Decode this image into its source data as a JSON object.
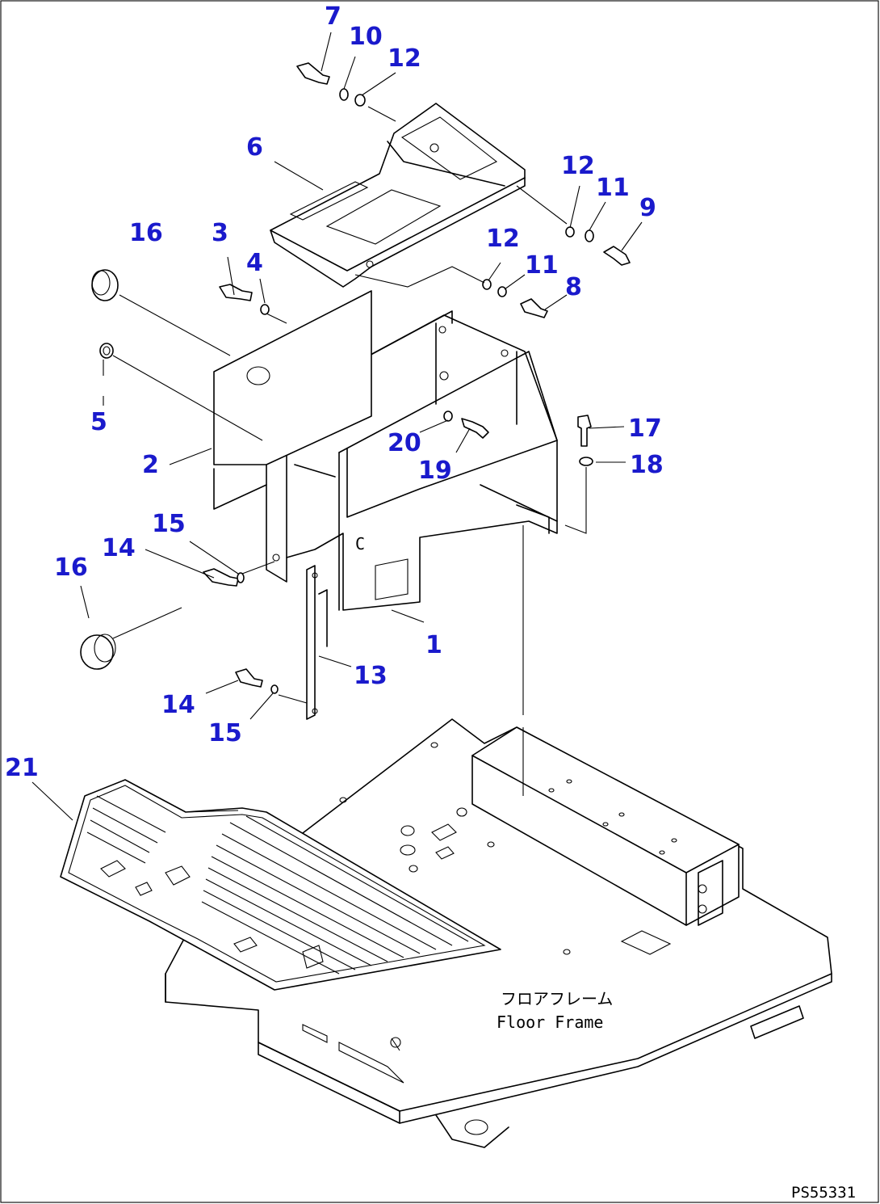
{
  "callouts": [
    {
      "id": "c7",
      "text": "7"
    },
    {
      "id": "c10",
      "text": "10"
    },
    {
      "id": "c12a",
      "text": "12"
    },
    {
      "id": "c6",
      "text": "6"
    },
    {
      "id": "c12b",
      "text": "12"
    },
    {
      "id": "c11a",
      "text": "11"
    },
    {
      "id": "c9",
      "text": "9"
    },
    {
      "id": "c16a",
      "text": "16"
    },
    {
      "id": "c3",
      "text": "3"
    },
    {
      "id": "c4",
      "text": "4"
    },
    {
      "id": "c12c",
      "text": "12"
    },
    {
      "id": "c11b",
      "text": "11"
    },
    {
      "id": "c8",
      "text": "8"
    },
    {
      "id": "c5",
      "text": "5"
    },
    {
      "id": "c17",
      "text": "17"
    },
    {
      "id": "c20",
      "text": "20"
    },
    {
      "id": "c2",
      "text": "2"
    },
    {
      "id": "c19",
      "text": "19"
    },
    {
      "id": "c18",
      "text": "18"
    },
    {
      "id": "c15a",
      "text": "15"
    },
    {
      "id": "c14a",
      "text": "14"
    },
    {
      "id": "c16b",
      "text": "16"
    },
    {
      "id": "c1",
      "text": "1"
    },
    {
      "id": "c13",
      "text": "13"
    },
    {
      "id": "c14b",
      "text": "14"
    },
    {
      "id": "c15b",
      "text": "15"
    },
    {
      "id": "c21",
      "text": "21"
    }
  ],
  "floor_label_jp": "フロアフレーム",
  "floor_label_en": "Floor Frame",
  "drawing_code": "PS55331",
  "colors": {
    "callout": "#1a1acc",
    "line": "#000000"
  }
}
